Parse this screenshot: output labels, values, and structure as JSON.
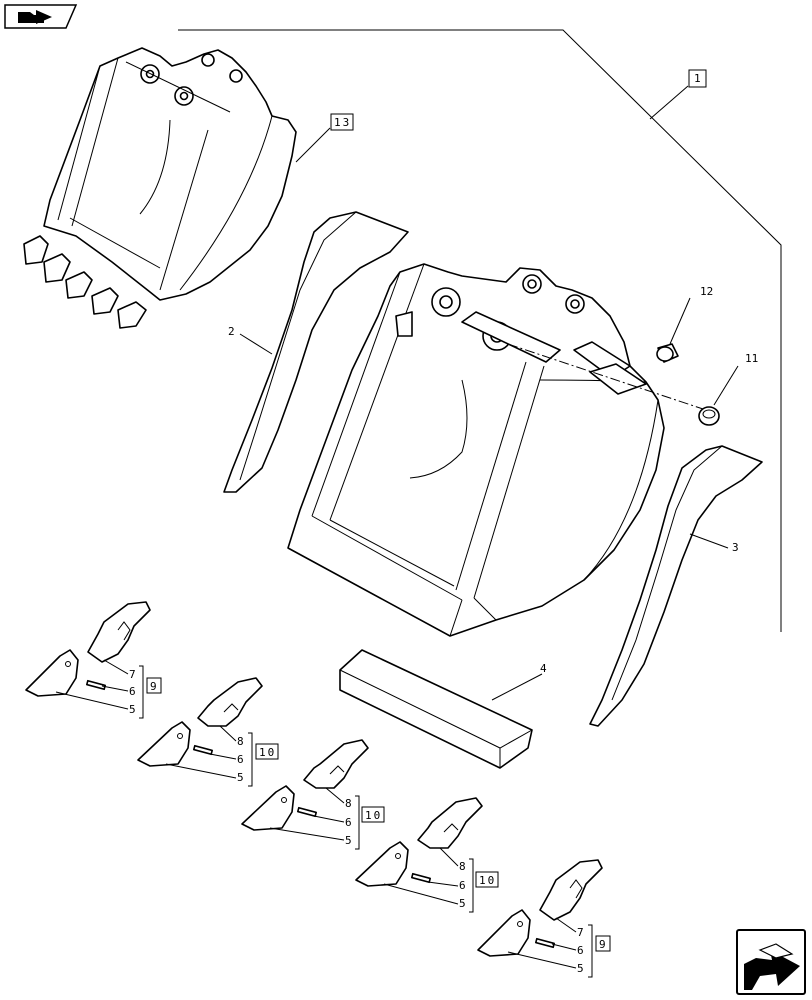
{
  "navigation": {
    "top_left_icon": "folder-arrow-icon",
    "bottom_right_icon": "next-page-arrow-icon"
  },
  "labels": {
    "bucket_assembly": "1",
    "bucket_small": "13",
    "side_cutter_left": "2",
    "side_cutter_right": "3",
    "cutting_edge": "4",
    "bushing_11": "11",
    "bushing_12": "12"
  },
  "tooth_groups": [
    {
      "adapter": "7",
      "pin": "6",
      "tooth": "5",
      "kit": "9"
    },
    {
      "adapter": "8",
      "pin": "6",
      "tooth": "5",
      "kit": "10"
    },
    {
      "adapter": "8",
      "pin": "6",
      "tooth": "5",
      "kit": "10"
    },
    {
      "adapter": "8",
      "pin": "6",
      "tooth": "5",
      "kit": "10"
    },
    {
      "adapter": "7",
      "pin": "6",
      "tooth": "5",
      "kit": "9"
    }
  ]
}
